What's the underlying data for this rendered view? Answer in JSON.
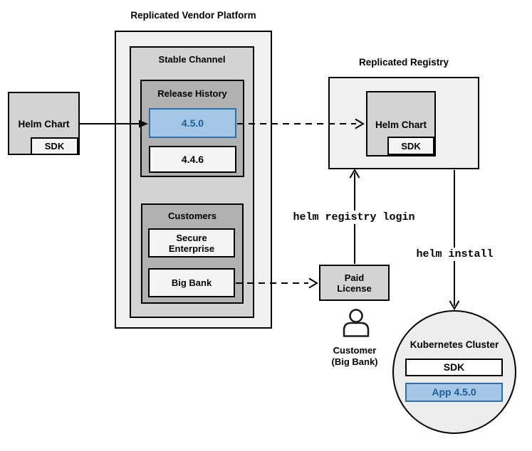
{
  "colors": {
    "box_border": "#000000",
    "outer_fill": "#f0f0f0",
    "item_fill": "#f5f5f5",
    "medium_fill": "#d3d3d3",
    "dark_fill": "#b1b1b1",
    "highlight_blue_fill": "#a6c6e6",
    "highlight_blue_border": "#2f6ea8",
    "highlight_blue_text": "#1a5d96"
  },
  "vendor_platform": {
    "title": "Replicated Vendor Platform"
  },
  "stable_channel": {
    "title": "Stable Channel"
  },
  "release_history": {
    "title": "Release History",
    "releases": [
      {
        "version": "4.5.0",
        "highlighted": true
      },
      {
        "version": "4.4.6",
        "highlighted": false
      }
    ]
  },
  "customers": {
    "title": "Customers",
    "items": [
      {
        "name": "Secure Enterprise"
      },
      {
        "name": "Big Bank"
      }
    ]
  },
  "source_chart": {
    "label": "Helm Chart",
    "sdk": "SDK"
  },
  "registry": {
    "title": "Replicated Registry",
    "chart_label": "Helm Chart",
    "sdk": "SDK"
  },
  "paid_license": {
    "label": "Paid License"
  },
  "customer_actor": {
    "label": "Customer (Big Bank)"
  },
  "kubernetes": {
    "title": "Kubernetes Cluster",
    "sdk": "SDK",
    "app": "App 4.5.0"
  },
  "commands": {
    "registry_login": "helm registry login",
    "install": "helm install"
  }
}
